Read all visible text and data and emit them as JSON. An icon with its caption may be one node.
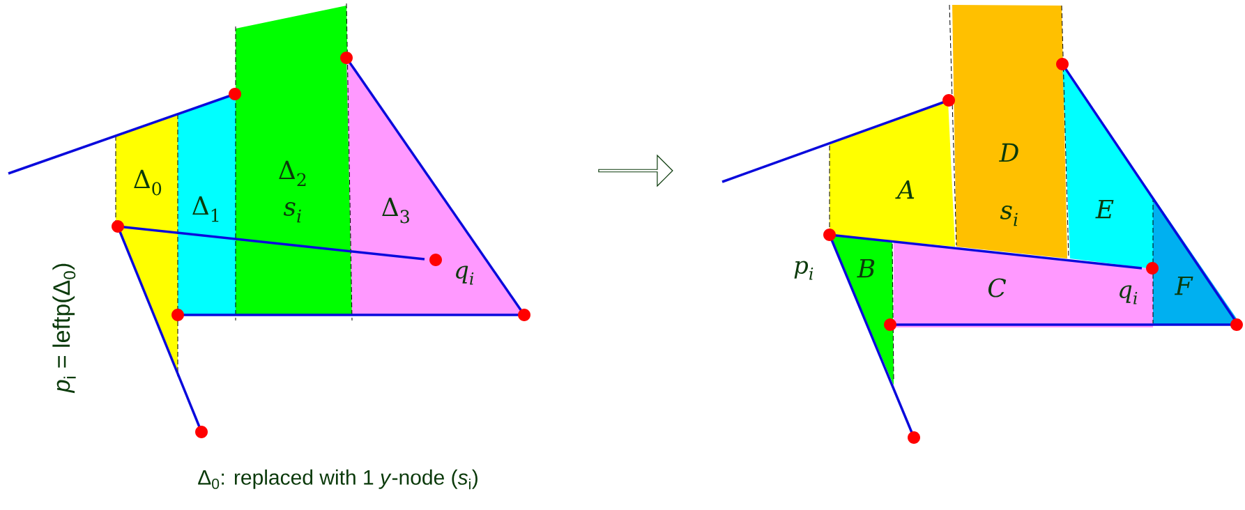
{
  "diagram": {
    "caption": "Δ$_{0}$: replaced with 1 *y*-node (*s*$_{i}$)",
    "nodes": [
      {
        "text": [
          "Δ$_{0}$"
        ]
      },
      {
        "text": [
          "Δ$_{1}$"
        ]
      },
      {
        "text": [
          "Δ$_{2}$",
          "s$_{i}$"
        ]
      },
      {
        "text": [
          "Δ$_{3}$"
        ]
      },
      {
        "text": [
          "A"
        ]
      },
      {
        "text": [
          "B"
        ]
      },
      {
        "text": [
          "C"
        ]
      },
      {
        "text": [
          "D",
          "s$_{i}$"
        ]
      },
      {
        "text": [
          "E"
        ]
      },
      {
        "text": [
          "F"
        ]
      }
    ],
    "labels": [
      "*p*$_{i}$ = leftp(Δ$_{0}$)",
      "q$_{i}$",
      "p$_{i}$",
      "q$_{i}$"
    ]
  }
}
